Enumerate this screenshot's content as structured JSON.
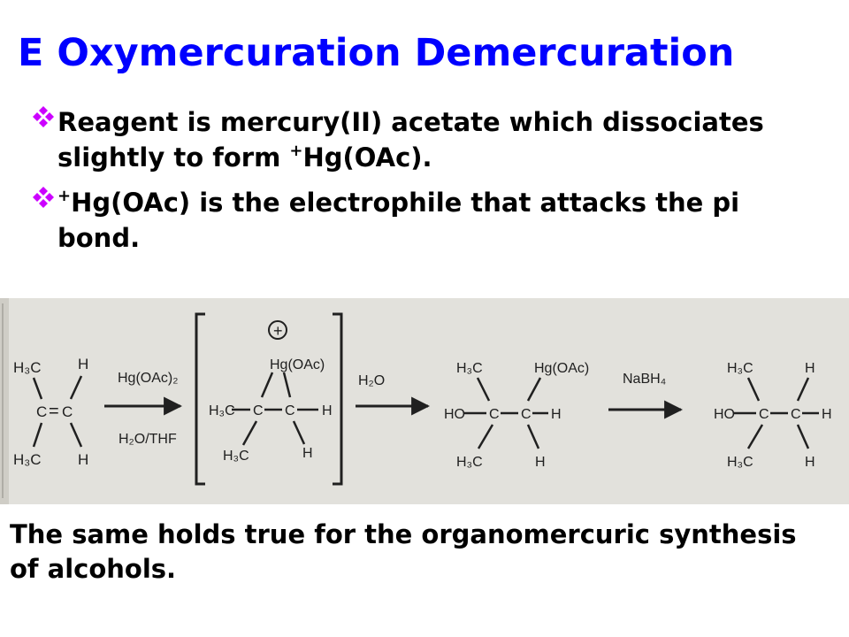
{
  "slide": {
    "title": "E Oxymercuration Demercuration",
    "bullets": [
      {
        "icon": "diamond-bullet-icon",
        "before": "Reagent is mercury(II) acetate which dissociates slightly to form ",
        "sup": "+",
        "after": "Hg(OAc)."
      },
      {
        "icon": "diamond-bullet-icon",
        "before": "",
        "sup": "+",
        "after": "Hg(OAc) is the electrophile that attacks the pi bond."
      }
    ],
    "footer": "The same holds true for the organomercuric synthesis of alcohols.",
    "colors": {
      "title": "#0000ff",
      "bullet": "#cc00ff",
      "scheme_background": "#e2e1dc"
    }
  },
  "scheme": {
    "alkene": {
      "c_left": "C",
      "double_bond": "=",
      "c_right": "C",
      "h3c_top": "H₃C",
      "h3c_bottom": "H₃C",
      "h_top": "H",
      "h_bottom": "H"
    },
    "step1": {
      "reagent": "Hg(OAc)₂",
      "conditions": "H₂O/THF"
    },
    "intermediate": {
      "charge": "+",
      "hgoac": "Hg(OAc)",
      "h3c_left": "H₃C",
      "c1": "C",
      "c2": "C",
      "h_right": "H",
      "h3c_bottom": "H₃C",
      "h_bottom": "H"
    },
    "step2": {
      "reagent": "H₂O"
    },
    "organomercurial": {
      "h3c_top": "H₃C",
      "hgoac": "Hg(OAc)",
      "ho": "HO",
      "c1": "C",
      "c2": "C",
      "h_right": "H",
      "h3c_bottom": "H₃C",
      "h_bottom": "H"
    },
    "step3": {
      "reagent": "NaBH₄"
    },
    "product": {
      "h3c_top": "H₃C",
      "h_top": "H",
      "ho": "HO",
      "c1": "C",
      "c2": "C",
      "h_right": "H",
      "h3c_bottom": "H₃C",
      "h_bottom": "H"
    }
  }
}
